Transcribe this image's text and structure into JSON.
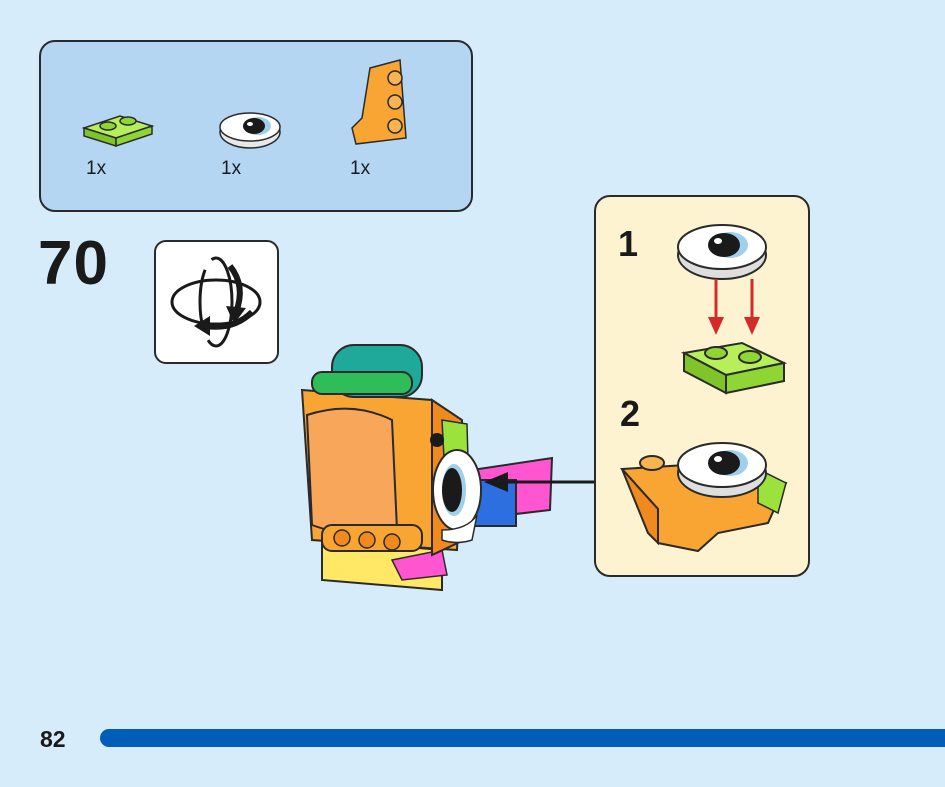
{
  "parts": [
    {
      "name": "lime-plate-1x2",
      "qty": "1x",
      "color": "#9be33c"
    },
    {
      "name": "eye-tile-round",
      "qty": "1x",
      "color": "#ffffff"
    },
    {
      "name": "orange-wedge-plate",
      "qty": "1x",
      "color": "#f9a533"
    }
  ],
  "step": {
    "number": "70"
  },
  "rotate": {
    "icon": "rotate-model-icon"
  },
  "callout": {
    "sub1": "1",
    "sub2": "2"
  },
  "footer": {
    "page_number": "82"
  },
  "colors": {
    "background": "#d6ecfa",
    "parts_box": "#b5d6f2",
    "callout": "#fdf3d0",
    "progress": "#005eb8",
    "arrow": "#d42a2a"
  }
}
